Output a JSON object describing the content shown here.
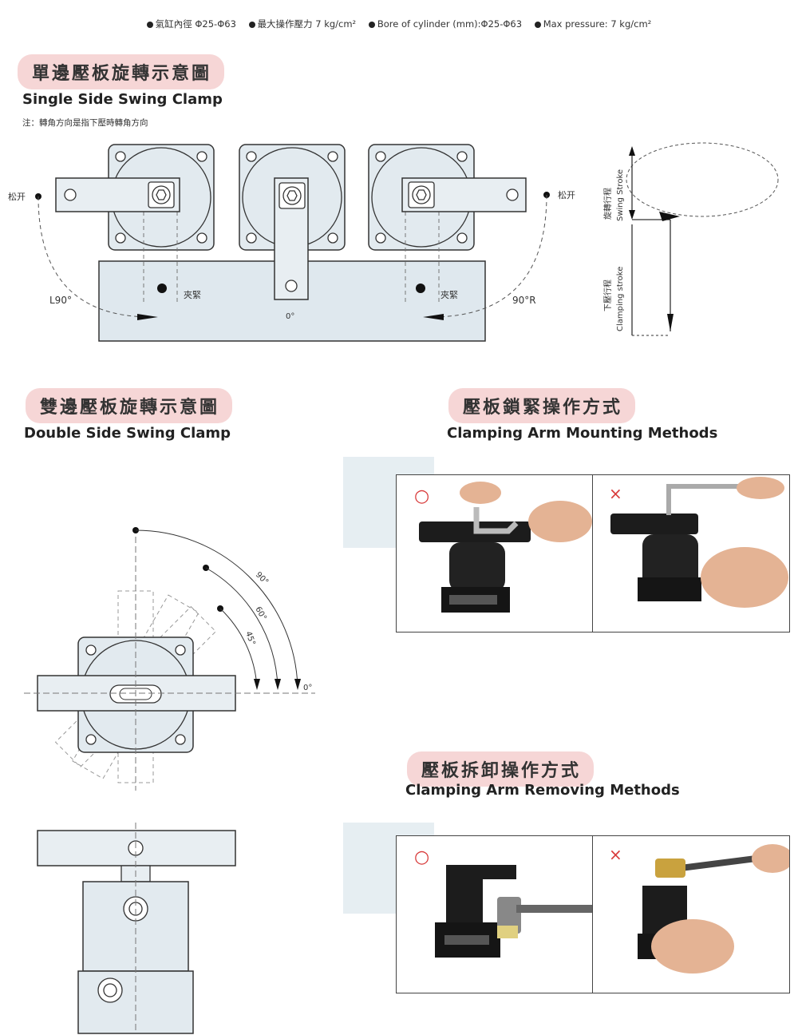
{
  "specs": {
    "cn_bore": "氣缸內徑 Φ25-Φ63",
    "cn_pressure": "最大操作壓力 7 kg/cm²",
    "en_bore": "Bore of cylinder (mm):Φ25-Φ63",
    "en_pressure": "Max pressure: 7 kg/cm²"
  },
  "single": {
    "title_cn": "單邊壓板旋轉示意圖",
    "title_en": "Single Side Swing Clamp",
    "note": "注：轉角方向是指下壓時轉角方向",
    "release_left": "松开",
    "release_right": "松开",
    "clamp_left": "夾緊",
    "clamp_right": "夾緊",
    "angle_left": "L90°",
    "angle_zero": "0°",
    "angle_right": "90°R",
    "stroke_swing_cn": "旋轉行程",
    "stroke_swing_en": "Swing Stroke",
    "stroke_clamp_cn": "下壓行程",
    "stroke_clamp_en": "Clamping stroke"
  },
  "double": {
    "title_cn": "雙邊壓板旋轉示意圖",
    "title_en": "Double Side Swing Clamp",
    "angle_90": "90°",
    "angle_60": "60°",
    "angle_45": "45°",
    "angle_0": "0°"
  },
  "mounting": {
    "title_cn": "壓板鎖緊操作方式",
    "title_en": "Clamping Arm Mounting Methods",
    "ok_mark": "○",
    "ng_mark": "×"
  },
  "removing": {
    "title_cn": "壓板拆卸操作方式",
    "title_en": "Clamping Arm Removing Methods",
    "ok_mark": "○",
    "ng_mark": "×"
  },
  "colors": {
    "pill_bg": "#f6d6d6",
    "panel": "#e6eef2",
    "mark_red": "#d83a3a"
  }
}
